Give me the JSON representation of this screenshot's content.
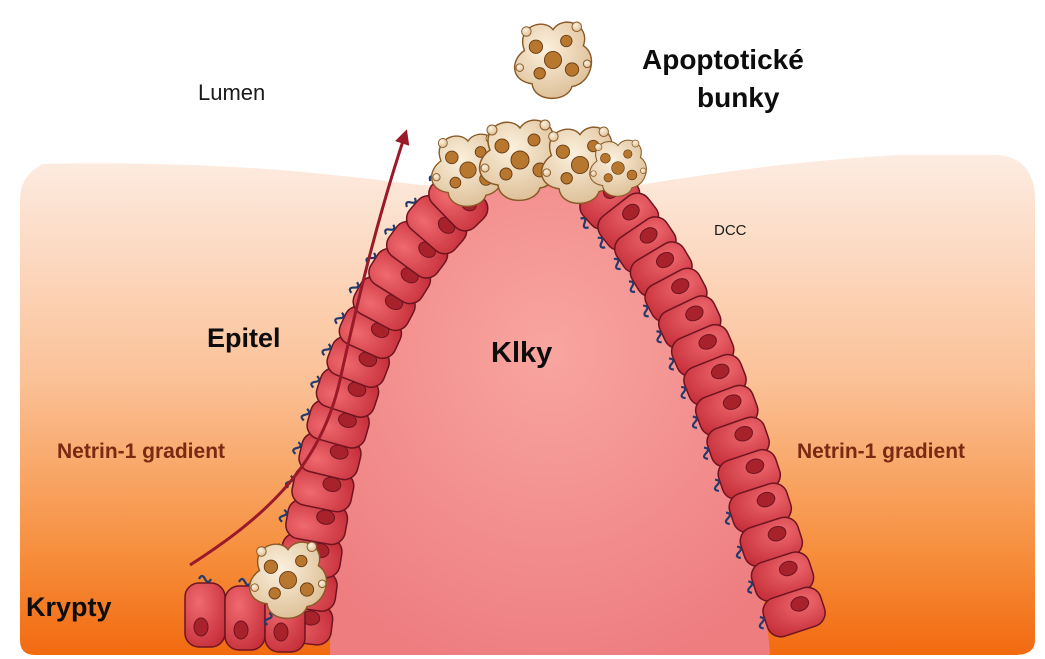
{
  "labels": {
    "lumen": "Lumen",
    "apoptotic_line1": "Apoptotické",
    "apoptotic_line2": "bunky",
    "dcc": "DCC",
    "epitel": "Epitel",
    "klky": "Klky",
    "netrin_left": "Netrin-1 gradient",
    "netrin_right": "Netrin-1 gradient",
    "krypty": "Krypty"
  },
  "colors": {
    "tissue_light": "#fde8dc",
    "tissue_dark": "#f47a20",
    "villus_core": "#f28b8b",
    "epithelial_cell": "#d8414a",
    "cell_outline": "#6e1420",
    "nucleus": "#a8222c",
    "dcc_receptor": "#243a6b",
    "apoptotic_cell": "#efd9b6",
    "apoptotic_fragment": "#b8772e",
    "migration_arrow": "#9a1a2a"
  },
  "icons": {
    "migration_arrow": "arrow-up-curve-icon",
    "dcc_receptor": "receptor-squiggle-icon"
  }
}
